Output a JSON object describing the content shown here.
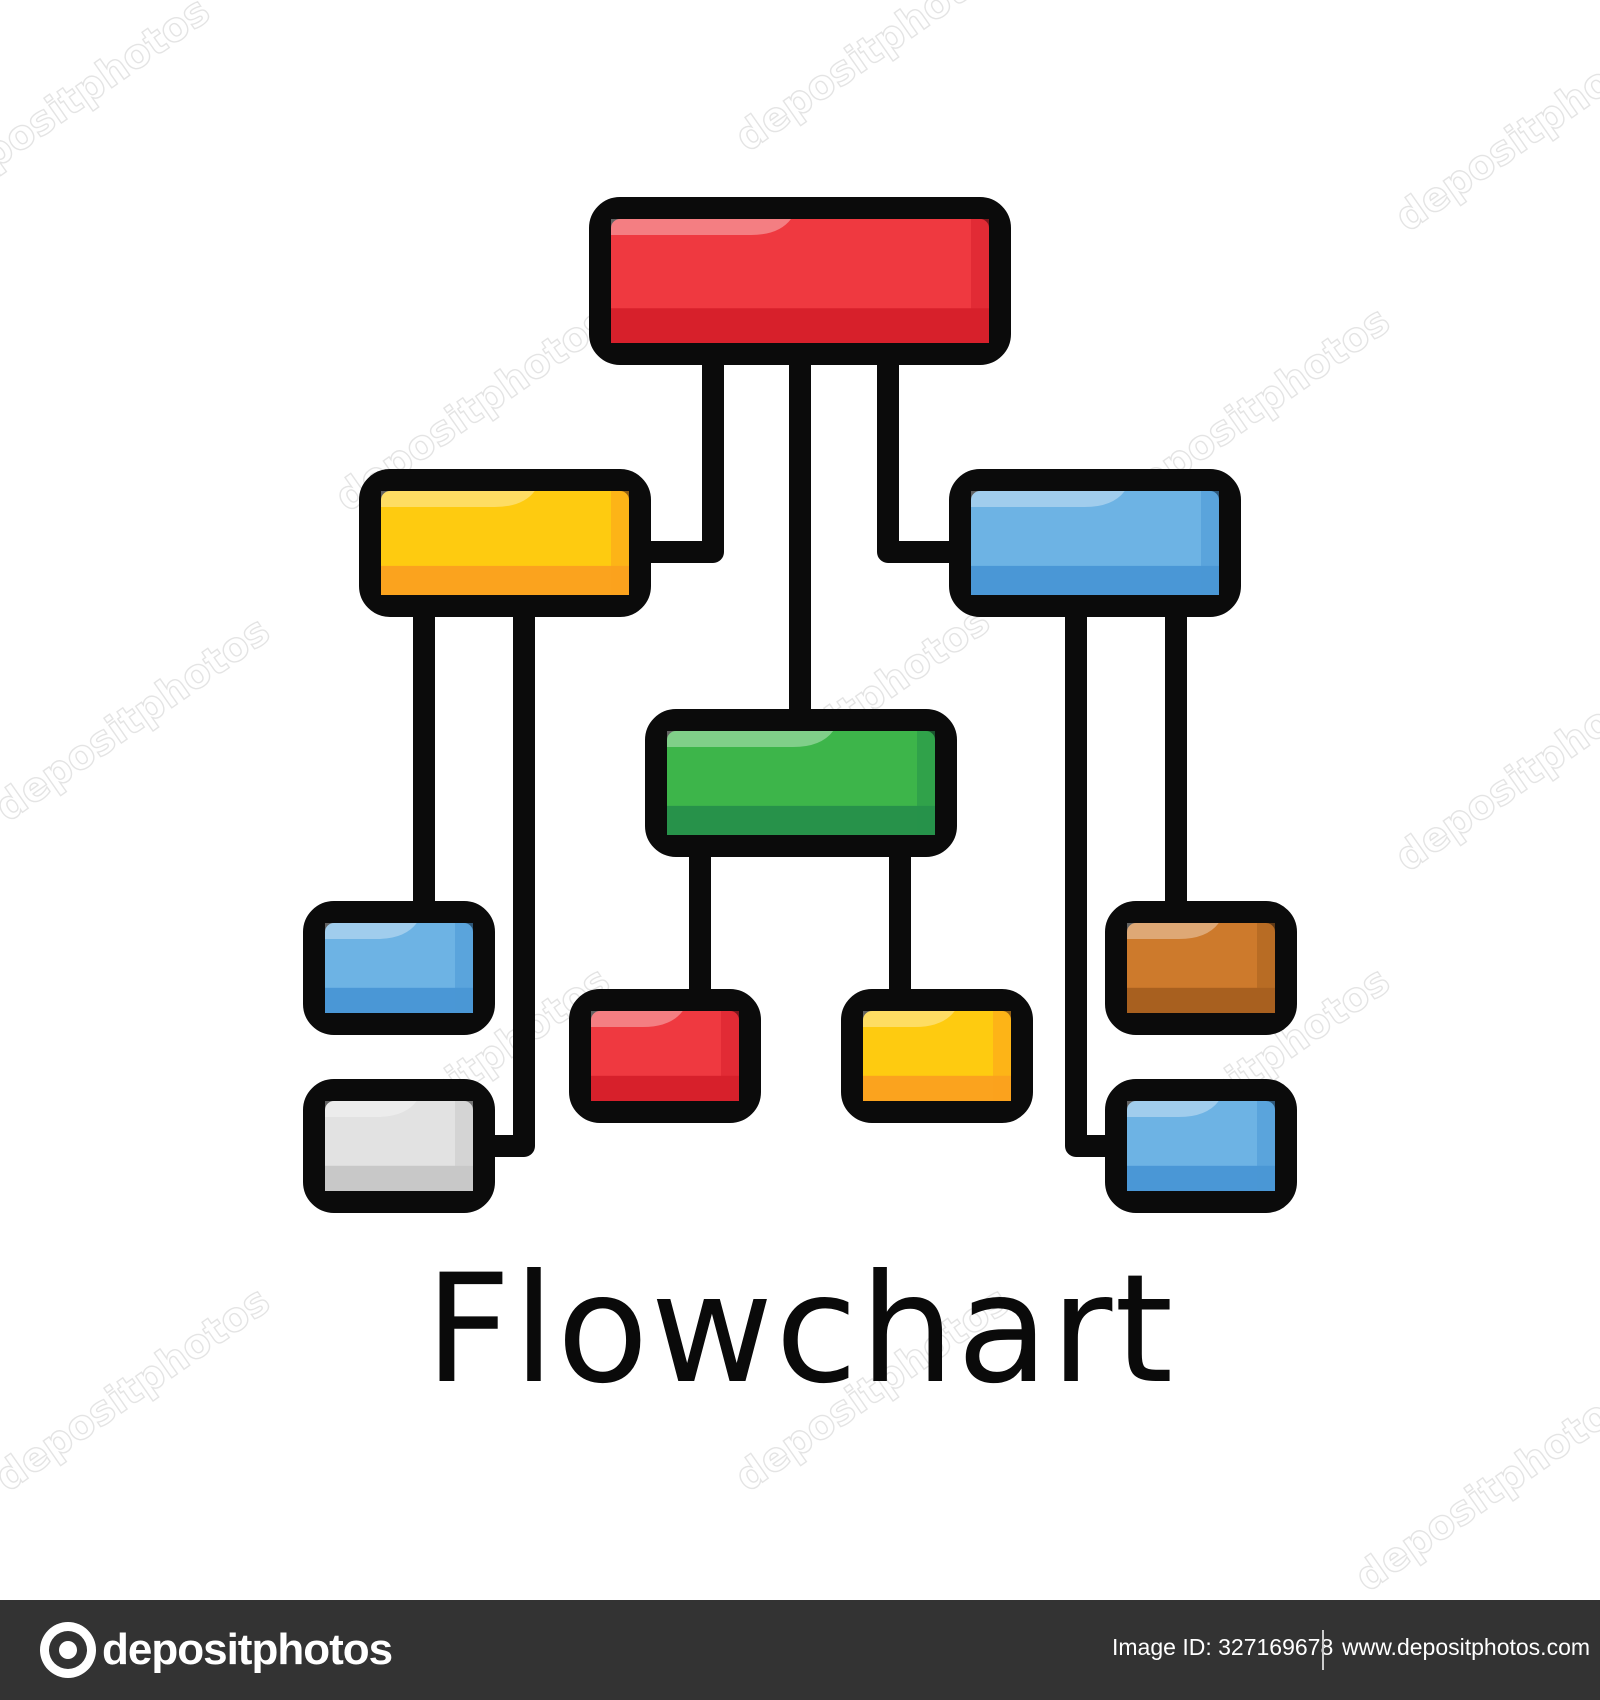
{
  "caption": "Flowchart",
  "footer": {
    "brand": "depositphotos",
    "image_id_label": "Image ID:",
    "image_id": "327169678",
    "url": "www.depositphotos.com"
  },
  "watermark": "depositphotos",
  "colors": {
    "outline": "#0b0b0b",
    "red": "#ef3940",
    "red_shade": "#d7202b",
    "yellow": "#fecb10",
    "yellow_shade": "#fba31e",
    "blue": "#6db3e4",
    "blue_shade": "#4a97d6",
    "green": "#3db54a",
    "green_shade": "#27924a",
    "brown": "#cd7a2c",
    "brown_shade": "#a8601f",
    "grey": "#e2e2e2",
    "grey_shade": "#c8c8c8",
    "footer_bg": "#333333"
  },
  "nodes": [
    {
      "id": "root",
      "color": "red"
    },
    {
      "id": "left-branch",
      "color": "yellow"
    },
    {
      "id": "right-branch",
      "color": "blue"
    },
    {
      "id": "center-branch",
      "color": "green"
    },
    {
      "id": "left-leaf-top",
      "color": "blue"
    },
    {
      "id": "left-leaf-bottom",
      "color": "grey"
    },
    {
      "id": "center-leaf-left",
      "color": "red"
    },
    {
      "id": "center-leaf-right",
      "color": "yellow"
    },
    {
      "id": "right-leaf-top",
      "color": "brown"
    },
    {
      "id": "right-leaf-bottom",
      "color": "blue"
    }
  ]
}
